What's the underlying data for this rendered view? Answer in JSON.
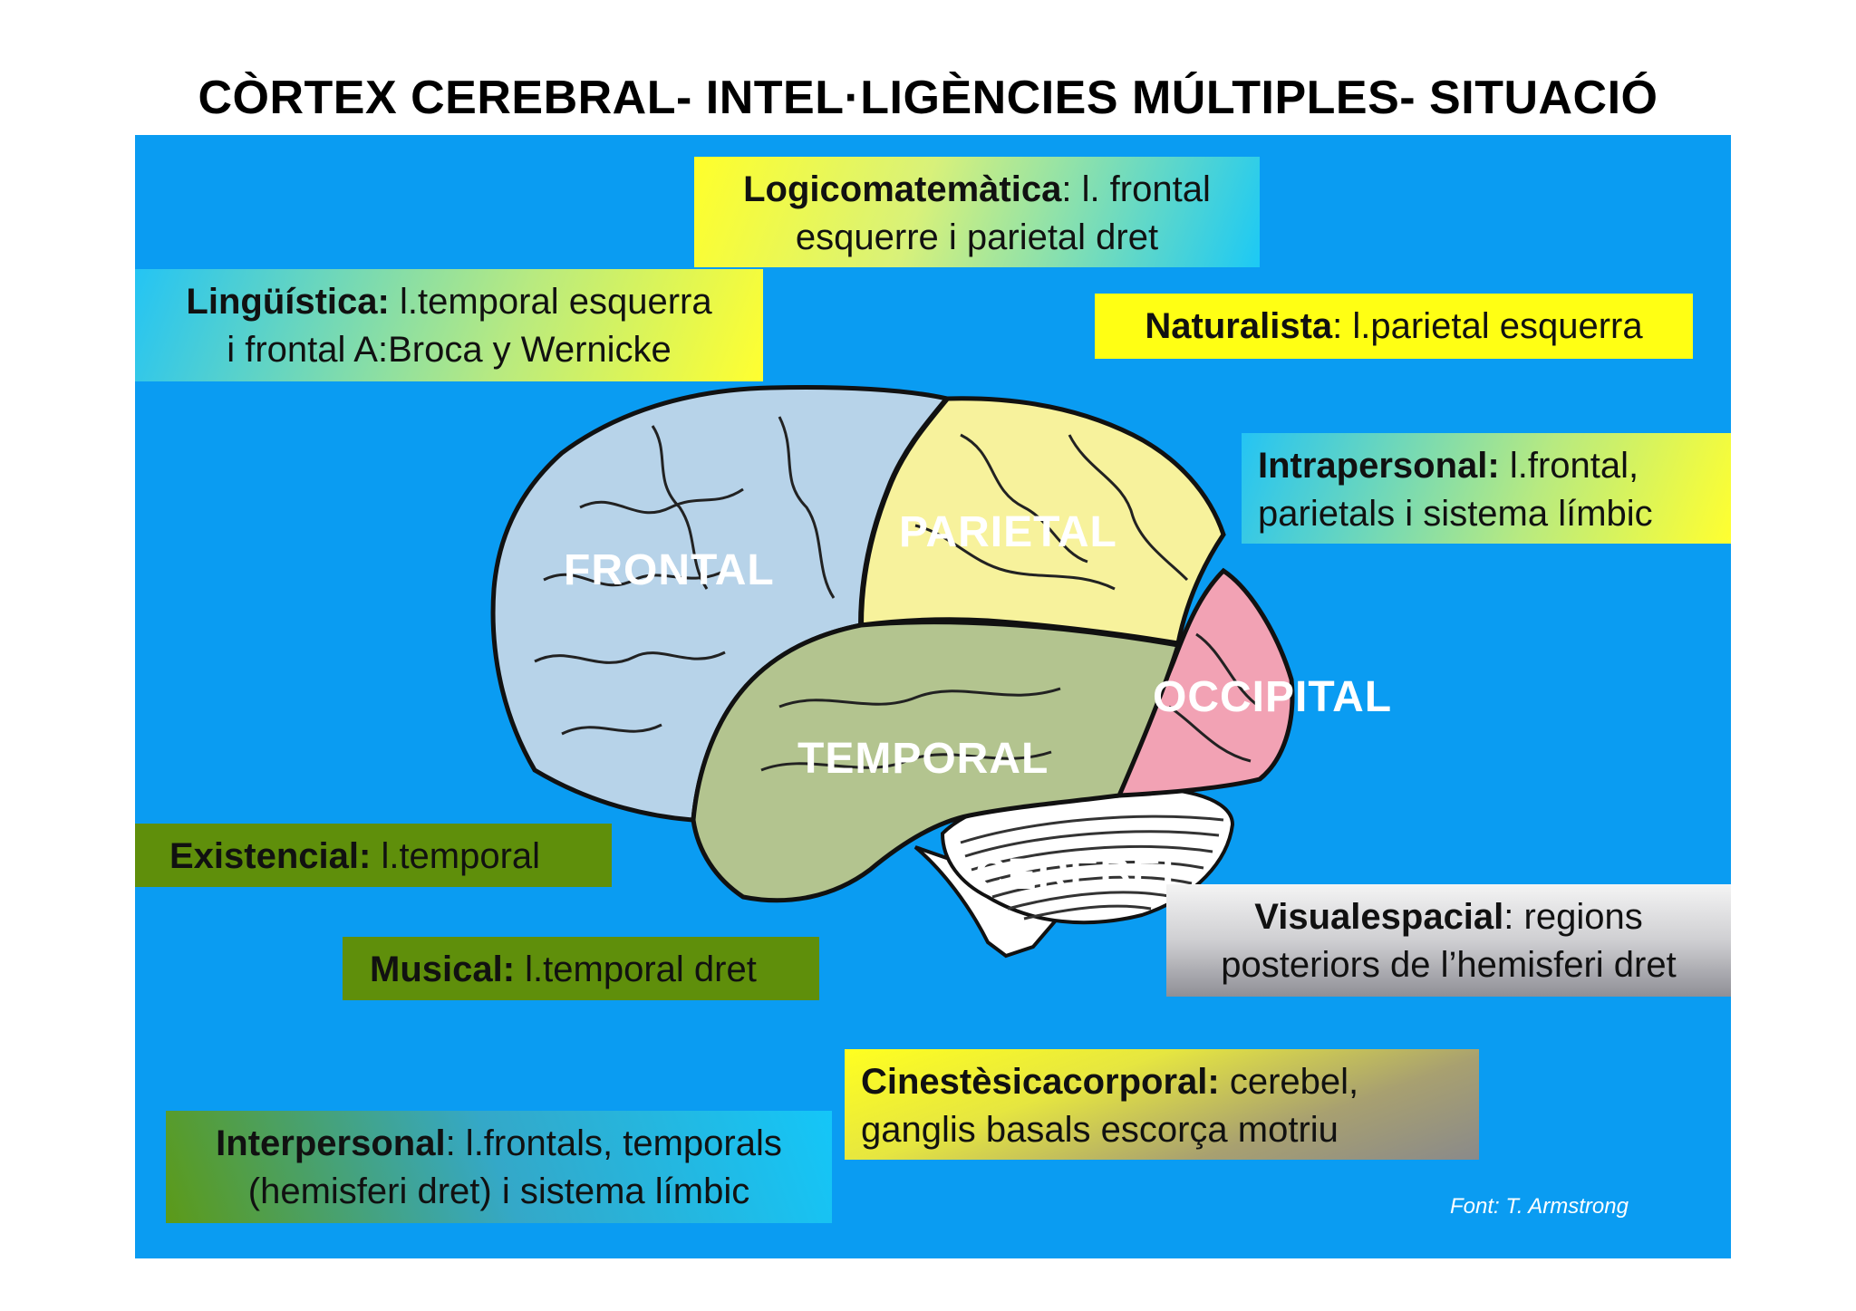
{
  "title": "CÒRTEX CEREBRAL- INTEL·LIGÈNCIES MÚLTIPLES- SITUACIÓ",
  "lobes": {
    "frontal": "FRONTAL",
    "parietal": "PARIETAL",
    "temporal": "TEMPORAL",
    "occipital": "OCCIPITAL",
    "cerebel": "CEREBEL"
  },
  "intelligences": {
    "logicomatematica": {
      "name": "Logicomatemàtica",
      "text_1": ": l. frontal",
      "text_2": "esquerre i parietal dret"
    },
    "linguistica": {
      "name": "Lingüística:",
      "text_1": " l.temporal esquerra",
      "text_2": "i frontal A:Broca y Wernicke"
    },
    "naturalista": {
      "name": "Naturalista",
      "text_1": ": l.parietal esquerra"
    },
    "intrapersonal": {
      "name": "Intrapersonal:",
      "text_1": " l.frontal,",
      "text_2": "parietals i sistema límbic"
    },
    "existencial": {
      "name": "Existencial:",
      "text_1": " l.temporal"
    },
    "musical": {
      "name": "Musical:",
      "text_1": " l.temporal dret"
    },
    "visualespacial": {
      "name": "Visualespacial",
      "text_1": ": regions",
      "text_2": "posteriors de l’hemisferi dret"
    },
    "cinestesicacorporal": {
      "name": "Cinestèsicacorporal:",
      "text_1": " cerebel,",
      "text_2": "ganglis basals escorça motriu"
    },
    "interpersonal": {
      "name": "Interpersonal",
      "text_1": ": l.frontals, temporals",
      "text_2": "(hemisferi dret) i sistema límbic"
    }
  },
  "credit": "Font: T. Armstrong",
  "colors": {
    "background": "#0a9cf2",
    "frontal": "#b7d3e9",
    "parietal": "#f7f29c",
    "temporal": "#b3c48f",
    "occipital": "#f2a2b4",
    "cerebel": "#ffffff"
  }
}
